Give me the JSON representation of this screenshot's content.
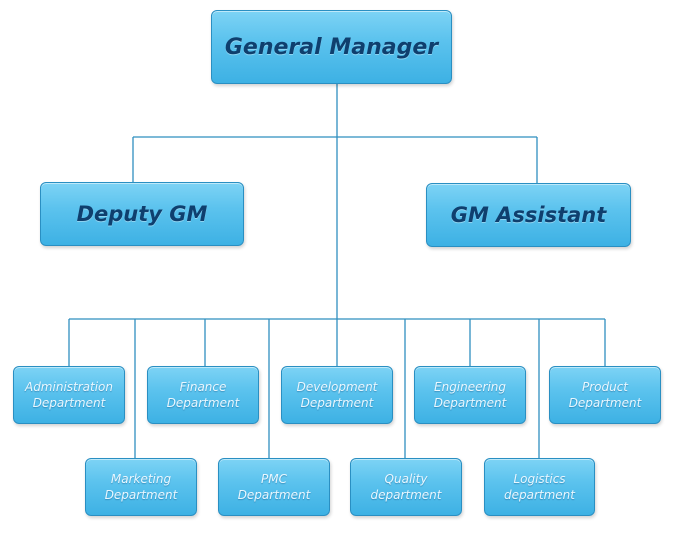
{
  "org": {
    "root": {
      "label": "General Manager"
    },
    "deputy": {
      "label": "Deputy GM"
    },
    "assistant": {
      "label": "GM Assistant"
    },
    "departments": [
      {
        "line1": "Administration",
        "line2": "Department"
      },
      {
        "line1": "Marketing",
        "line2": "Department"
      },
      {
        "line1": "Finance",
        "line2": "Department"
      },
      {
        "line1": "PMC",
        "line2": "Department"
      },
      {
        "line1": "Development",
        "line2": "Department"
      },
      {
        "line1": "Quality",
        "line2": "department"
      },
      {
        "line1": "Engineering",
        "line2": "Department"
      },
      {
        "line1": "Logistics",
        "line2": "department"
      },
      {
        "line1": "Product",
        "line2": "Department"
      }
    ]
  },
  "colors": {
    "box_fill": "#4fbbea",
    "box_border": "#2a8fc2",
    "line": "#2f8fbf",
    "title_text": "#0f3f6e",
    "dept_text": "#e9f7ff"
  }
}
